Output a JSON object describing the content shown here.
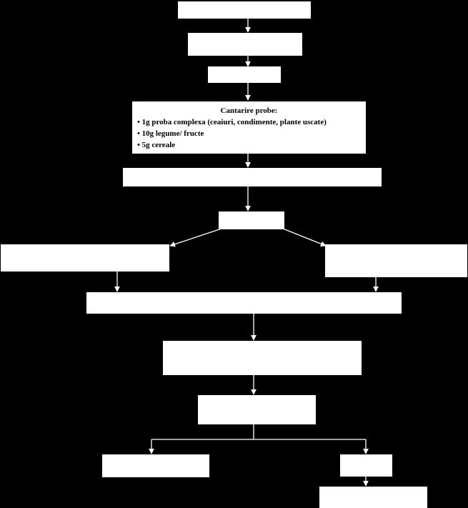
{
  "diagram": {
    "colors": {
      "background": "#000000",
      "box": "#ffffff",
      "text": "#000000",
      "connector": "#ffffff"
    },
    "weighing_box": {
      "title": "Cantarire probe:",
      "items": [
        "1g proba complexa (ceaiuri, condimente, plante uscate)",
        "10g legume/ fructe",
        "5g cereale"
      ]
    }
  }
}
